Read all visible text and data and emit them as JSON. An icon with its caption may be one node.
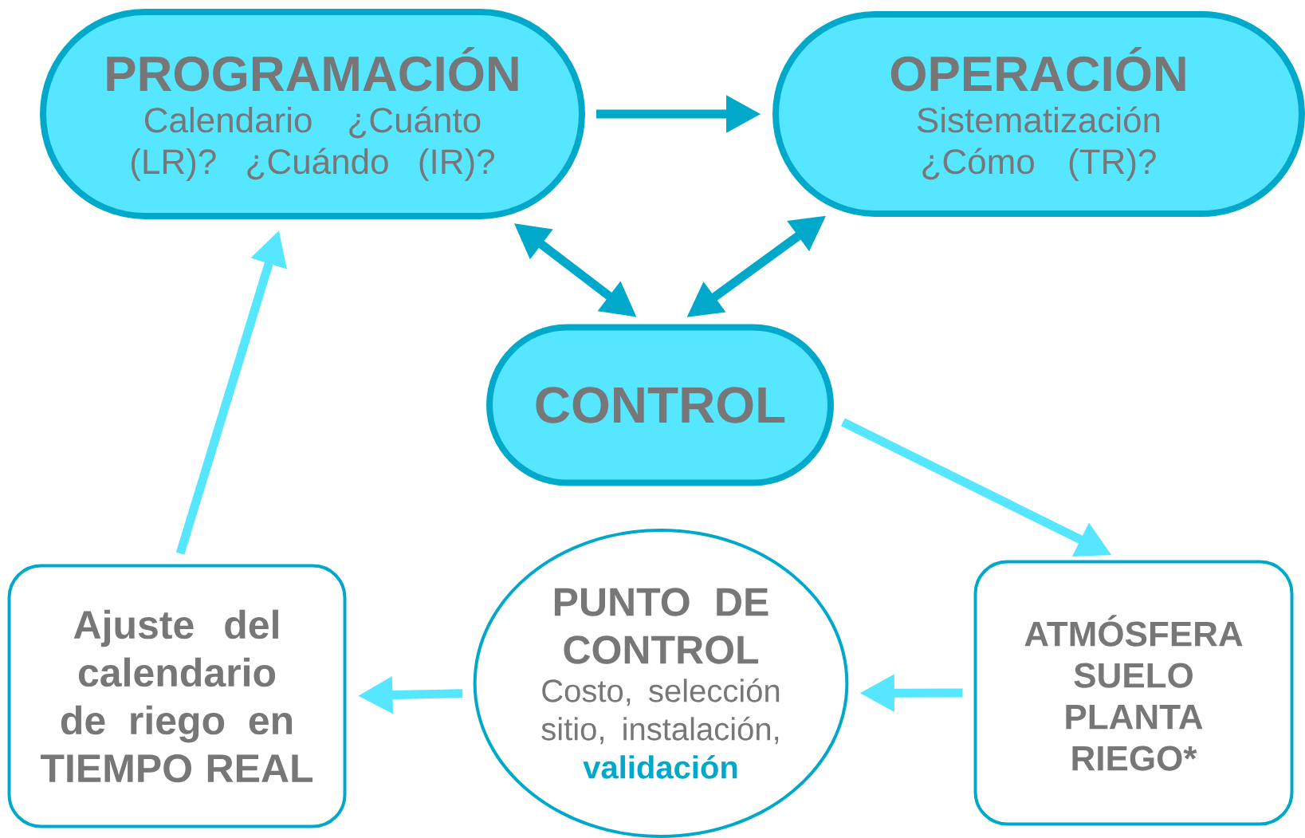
{
  "diagram": {
    "nodes": [
      {
        "text": [
          "PROGRAMACIÓN",
          "Calendario ¿Cuánto (LR)? ¿Cuándo (IR)?"
        ]
      },
      {
        "text": [
          "OPERACIÓN",
          "Sistematización ¿Cómo (TR)?"
        ]
      },
      {
        "text": [
          "CONTROL"
        ]
      },
      {
        "text": [
          "Ajuste del calendario de riego en TIEMPO REAL"
        ]
      },
      {
        "text": [
          "PUNTO DE CONTROL",
          "Costo, selección sitio, instalación,",
          "validación"
        ]
      },
      {
        "text": [
          "ATMÓSFERA SUELO PLANTA RIEGO*"
        ]
      }
    ],
    "edges": [
      {
        "from": 0,
        "to": 1,
        "arrow": "to",
        "color": "#00a9c9"
      },
      {
        "from": 0,
        "to": 2,
        "arrow": "both",
        "color": "#00a9c9"
      },
      {
        "from": 1,
        "to": 2,
        "arrow": "both",
        "color": "#00a9c9"
      },
      {
        "from": 2,
        "to": 5,
        "arrow": "to"
      },
      {
        "from": 5,
        "to": 4,
        "arrow": "to"
      },
      {
        "from": 4,
        "to": 3,
        "arrow": "to"
      },
      {
        "from": 3,
        "to": 0,
        "arrow": "to"
      }
    ]
  }
}
